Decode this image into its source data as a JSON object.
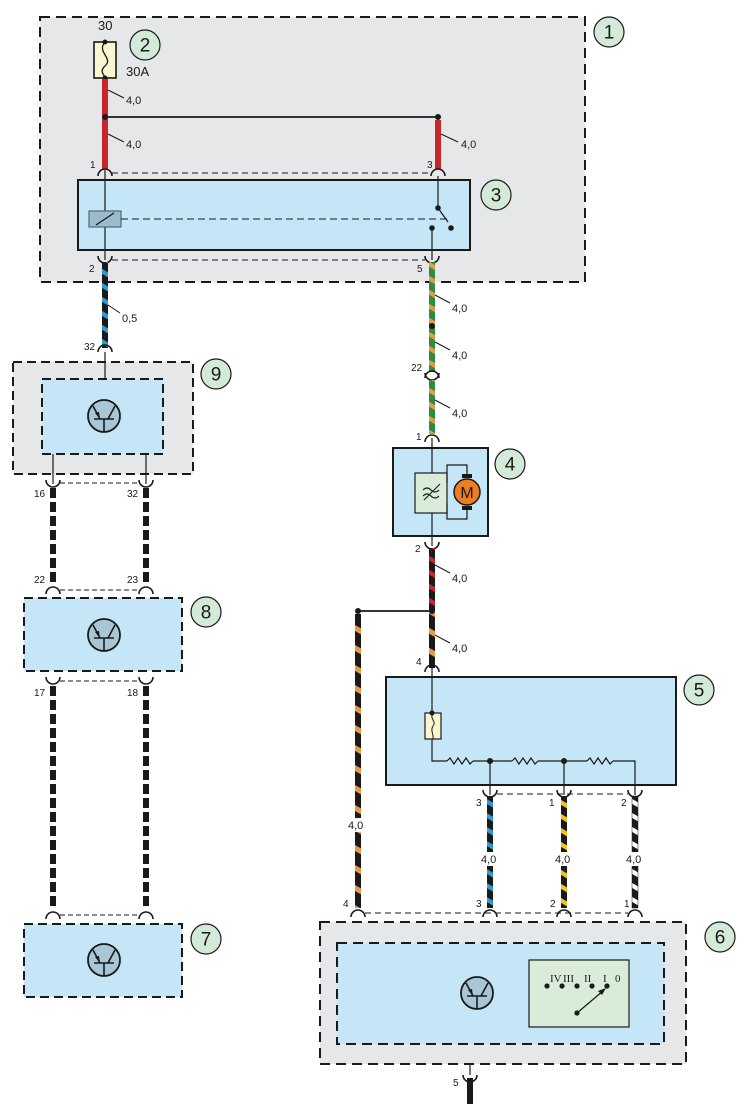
{
  "diagram": {
    "colors": {
      "housing_gray": "#e6e7e8",
      "module_blue": "#c5e6f6",
      "badge_green": "#d3ead8",
      "fuse_yellow": "#fbf6cf",
      "filter_green": "#d8ecd9",
      "motor_orange": "#ee7d22",
      "wire_red": "#c8262e",
      "wire_green": "#2f8a44",
      "wire_orange": "#e59a48",
      "wire_blue": "#2c9ad6",
      "wire_yellow": "#f4c21b",
      "wire_black": "#1a1a1a",
      "wire_white": "#ffffff"
    },
    "components": [
      {
        "id": "1",
        "label": "1"
      },
      {
        "id": "2",
        "label": "2",
        "terminal": "30",
        "rating": "30A"
      },
      {
        "id": "3",
        "label": "3"
      },
      {
        "id": "4",
        "label": "4",
        "motor_symbol": "M"
      },
      {
        "id": "5",
        "label": "5"
      },
      {
        "id": "6",
        "label": "6",
        "switch_positions": [
          "IV",
          "III",
          "II",
          "I",
          "0"
        ]
      },
      {
        "id": "7",
        "label": "7"
      },
      {
        "id": "8",
        "label": "8"
      },
      {
        "id": "9",
        "label": "9"
      }
    ],
    "wire_gauges": {
      "fuse_out": "4,0",
      "relay_pin1": "4,0",
      "relay_pin3": "4,0",
      "relay_pin2": "0,5",
      "relay_pin5_a": "4,0",
      "relay_pin5_b": "4,0",
      "motor_in": "4,0",
      "motor_out": "4,0",
      "res_pin4": "4,0",
      "switch_pin4": "4,0",
      "switch_pin3": "4,0",
      "switch_pin2": "4,0",
      "switch_pin1": "4,0"
    },
    "pins": {
      "relay_1": "1",
      "relay_3": "3",
      "relay_2": "2",
      "relay_5": "5",
      "m9_in": "32",
      "m9_16": "16",
      "m9_32": "32",
      "m8_22": "22",
      "m8_23": "23",
      "m8_17": "17",
      "m8_18": "18",
      "conn_22": "22",
      "motor_1": "1",
      "motor_2": "2",
      "res_4": "4",
      "res_3": "3",
      "res_1": "1",
      "res_2": "2",
      "sw_4": "4",
      "sw_3": "3",
      "sw_2": "2",
      "sw_1": "1",
      "sw_5": "5"
    }
  }
}
